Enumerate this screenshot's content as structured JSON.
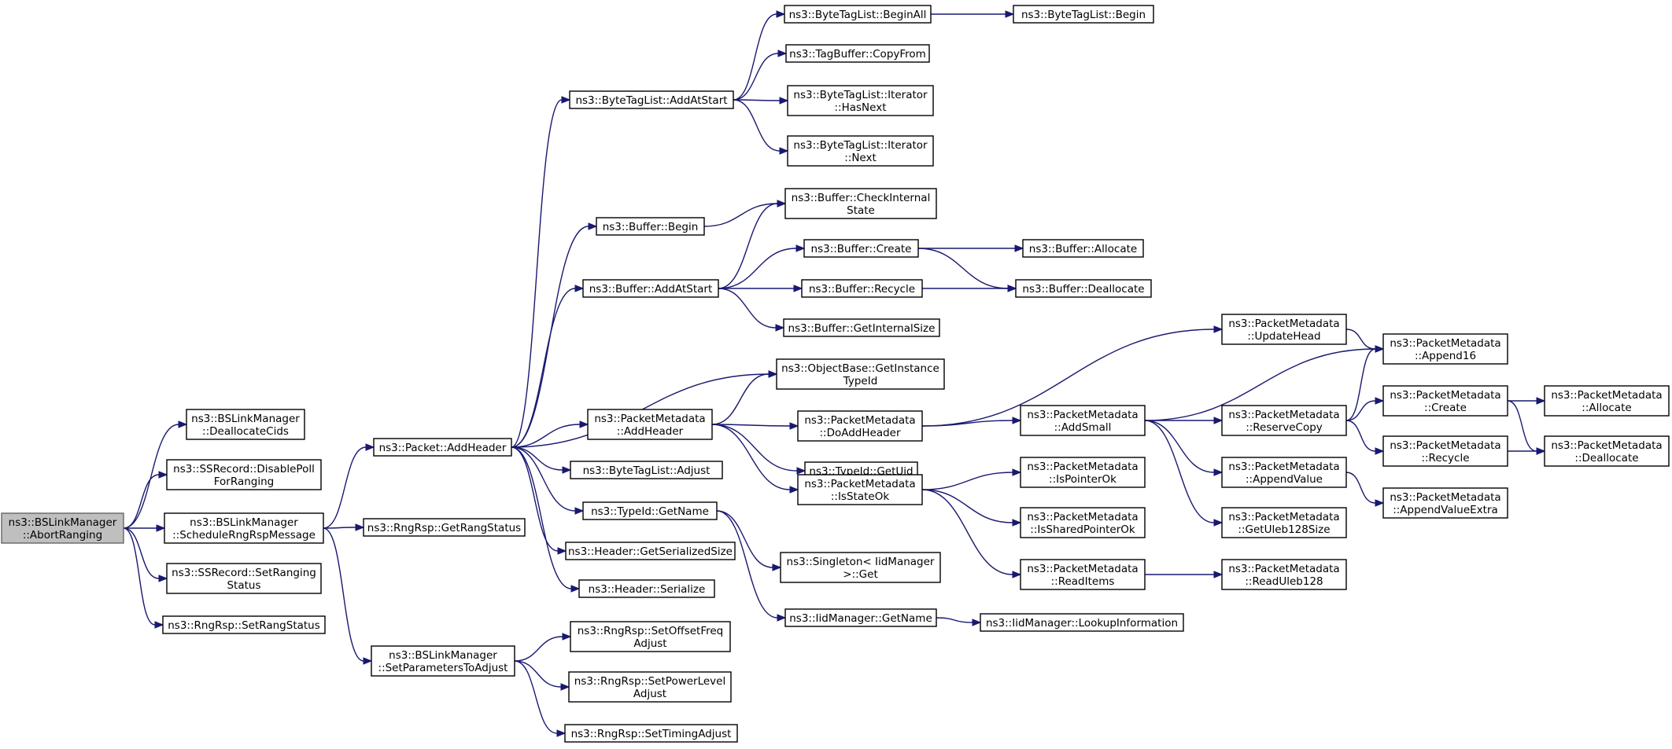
{
  "nodes": [
    {
      "id": "abort",
      "lines": [
        "ns3::BSLinkManager",
        "::AbortRanging"
      ],
      "root": true
    },
    {
      "id": "dealloc",
      "lines": [
        "ns3::BSLinkManager",
        "::DeallocateCids"
      ]
    },
    {
      "id": "disablepoll",
      "lines": [
        "ns3::SSRecord::DisablePoll",
        "ForRanging"
      ]
    },
    {
      "id": "schedule",
      "lines": [
        "ns3::BSLinkManager",
        "::ScheduleRngRspMessage"
      ]
    },
    {
      "id": "setranging",
      "lines": [
        "ns3::SSRecord::SetRanging",
        "Status"
      ]
    },
    {
      "id": "setrangstatus",
      "lines": [
        "ns3::RngRsp::SetRangStatus"
      ]
    },
    {
      "id": "addheader",
      "lines": [
        "ns3::Packet::AddHeader"
      ]
    },
    {
      "id": "getrangstatus",
      "lines": [
        "ns3::RngRsp::GetRangStatus"
      ]
    },
    {
      "id": "setparams",
      "lines": [
        "ns3::BSLinkManager",
        "::SetParametersToAdjust"
      ]
    },
    {
      "id": "btl_addatstart",
      "lines": [
        "ns3::ByteTagList::AddAtStart"
      ]
    },
    {
      "id": "buf_begin",
      "lines": [
        "ns3::Buffer::Begin"
      ]
    },
    {
      "id": "buf_addatstart",
      "lines": [
        "ns3::Buffer::AddAtStart"
      ]
    },
    {
      "id": "pm_addheader",
      "lines": [
        "ns3::PacketMetadata",
        "::AddHeader"
      ]
    },
    {
      "id": "btl_adjust",
      "lines": [
        "ns3::ByteTagList::Adjust"
      ]
    },
    {
      "id": "tid_getname",
      "lines": [
        "ns3::TypeId::GetName"
      ]
    },
    {
      "id": "hdr_getsize",
      "lines": [
        "ns3::Header::GetSerializedSize"
      ]
    },
    {
      "id": "hdr_serialize",
      "lines": [
        "ns3::Header::Serialize"
      ]
    },
    {
      "id": "setoffset",
      "lines": [
        "ns3::RngRsp::SetOffsetFreq",
        "Adjust"
      ]
    },
    {
      "id": "setpower",
      "lines": [
        "ns3::RngRsp::SetPowerLevel",
        "Adjust"
      ]
    },
    {
      "id": "settiming",
      "lines": [
        "ns3::RngRsp::SetTimingAdjust"
      ]
    },
    {
      "id": "btl_beginall",
      "lines": [
        "ns3::ByteTagList::BeginAll"
      ]
    },
    {
      "id": "tb_copyfrom",
      "lines": [
        "ns3::TagBuffer::CopyFrom"
      ]
    },
    {
      "id": "btl_hasnext",
      "lines": [
        "ns3::ByteTagList::Iterator",
        "::HasNext"
      ]
    },
    {
      "id": "btl_next",
      "lines": [
        "ns3::ByteTagList::Iterator",
        "::Next"
      ]
    },
    {
      "id": "buf_check",
      "lines": [
        "ns3::Buffer::CheckInternal",
        "State"
      ]
    },
    {
      "id": "buf_create",
      "lines": [
        "ns3::Buffer::Create"
      ]
    },
    {
      "id": "buf_recycle",
      "lines": [
        "ns3::Buffer::Recycle"
      ]
    },
    {
      "id": "buf_getsize",
      "lines": [
        "ns3::Buffer::GetInternalSize"
      ]
    },
    {
      "id": "ob_getinst",
      "lines": [
        "ns3::ObjectBase::GetInstance",
        "TypeId"
      ]
    },
    {
      "id": "pm_doaddheader",
      "lines": [
        "ns3::PacketMetadata",
        "::DoAddHeader"
      ]
    },
    {
      "id": "tid_getuid",
      "lines": [
        "ns3::TypeId::GetUid"
      ]
    },
    {
      "id": "pm_isstateok",
      "lines": [
        "ns3::PacketMetadata",
        "::IsStateOk"
      ]
    },
    {
      "id": "singleton",
      "lines": [
        "ns3::Singleton< IidManager",
        " >::Get"
      ]
    },
    {
      "id": "iid_getname",
      "lines": [
        "ns3::IidManager::GetName"
      ]
    },
    {
      "id": "btl_begin",
      "lines": [
        "ns3::ByteTagList::Begin"
      ]
    },
    {
      "id": "buf_allocate",
      "lines": [
        "ns3::Buffer::Allocate"
      ]
    },
    {
      "id": "buf_deallocate",
      "lines": [
        "ns3::Buffer::Deallocate"
      ]
    },
    {
      "id": "pm_updatehead",
      "lines": [
        "ns3::PacketMetadata",
        "::UpdateHead"
      ]
    },
    {
      "id": "pm_addsmall",
      "lines": [
        "ns3::PacketMetadata",
        "::AddSmall"
      ]
    },
    {
      "id": "pm_ispointerok",
      "lines": [
        "ns3::PacketMetadata",
        "::IsPointerOk"
      ]
    },
    {
      "id": "pm_issharedok",
      "lines": [
        "ns3::PacketMetadata",
        "::IsSharedPointerOk"
      ]
    },
    {
      "id": "pm_readitems",
      "lines": [
        "ns3::PacketMetadata",
        "::ReadItems"
      ]
    },
    {
      "id": "iid_lookup",
      "lines": [
        "ns3::IidManager::LookupInformation"
      ]
    },
    {
      "id": "pm_append16",
      "lines": [
        "ns3::PacketMetadata",
        "::Append16"
      ]
    },
    {
      "id": "pm_reservecopy",
      "lines": [
        "ns3::PacketMetadata",
        "::ReserveCopy"
      ]
    },
    {
      "id": "pm_appendvalue",
      "lines": [
        "ns3::PacketMetadata",
        "::AppendValue"
      ]
    },
    {
      "id": "pm_getuleb",
      "lines": [
        "ns3::PacketMetadata",
        "::GetUleb128Size"
      ]
    },
    {
      "id": "pm_readuleb",
      "lines": [
        "ns3::PacketMetadata",
        "::ReadUleb128"
      ]
    },
    {
      "id": "pm_create",
      "lines": [
        "ns3::PacketMetadata",
        "::Create"
      ]
    },
    {
      "id": "pm_recycle",
      "lines": [
        "ns3::PacketMetadata",
        "::Recycle"
      ]
    },
    {
      "id": "pm_appendextra",
      "lines": [
        "ns3::PacketMetadata",
        "::AppendValueExtra"
      ]
    },
    {
      "id": "pm_allocate",
      "lines": [
        "ns3::PacketMetadata",
        "::Allocate"
      ]
    },
    {
      "id": "pm_deallocate",
      "lines": [
        "ns3::PacketMetadata",
        "::Deallocate"
      ]
    }
  ],
  "edges": [
    [
      "abort",
      "dealloc"
    ],
    [
      "abort",
      "disablepoll"
    ],
    [
      "abort",
      "schedule"
    ],
    [
      "abort",
      "setranging"
    ],
    [
      "abort",
      "setrangstatus"
    ],
    [
      "schedule",
      "addheader"
    ],
    [
      "schedule",
      "getrangstatus"
    ],
    [
      "schedule",
      "setparams"
    ],
    [
      "addheader",
      "btl_addatstart"
    ],
    [
      "addheader",
      "buf_begin"
    ],
    [
      "addheader",
      "buf_addatstart"
    ],
    [
      "addheader",
      "ob_getinst"
    ],
    [
      "addheader",
      "pm_addheader"
    ],
    [
      "addheader",
      "btl_adjust"
    ],
    [
      "addheader",
      "tid_getname"
    ],
    [
      "addheader",
      "hdr_getsize"
    ],
    [
      "addheader",
      "hdr_serialize"
    ],
    [
      "setparams",
      "setoffset"
    ],
    [
      "setparams",
      "setpower"
    ],
    [
      "setparams",
      "settiming"
    ],
    [
      "btl_addatstart",
      "btl_beginall"
    ],
    [
      "btl_addatstart",
      "tb_copyfrom"
    ],
    [
      "btl_addatstart",
      "btl_hasnext"
    ],
    [
      "btl_addatstart",
      "btl_next"
    ],
    [
      "btl_beginall",
      "btl_begin"
    ],
    [
      "buf_begin",
      "buf_check"
    ],
    [
      "buf_addatstart",
      "buf_check"
    ],
    [
      "buf_addatstart",
      "buf_create"
    ],
    [
      "buf_addatstart",
      "buf_recycle"
    ],
    [
      "buf_addatstart",
      "buf_getsize"
    ],
    [
      "buf_create",
      "buf_allocate"
    ],
    [
      "buf_create",
      "buf_deallocate"
    ],
    [
      "buf_recycle",
      "buf_deallocate"
    ],
    [
      "pm_addheader",
      "ob_getinst"
    ],
    [
      "pm_addheader",
      "pm_doaddheader"
    ],
    [
      "pm_addheader",
      "tid_getuid"
    ],
    [
      "pm_addheader",
      "pm_isstateok"
    ],
    [
      "tid_getname",
      "singleton"
    ],
    [
      "tid_getname",
      "iid_getname"
    ],
    [
      "iid_getname",
      "iid_lookup"
    ],
    [
      "pm_doaddheader",
      "pm_updatehead"
    ],
    [
      "pm_doaddheader",
      "pm_addsmall"
    ],
    [
      "pm_isstateok",
      "pm_ispointerok"
    ],
    [
      "pm_isstateok",
      "pm_issharedok"
    ],
    [
      "pm_isstateok",
      "pm_readitems"
    ],
    [
      "pm_readitems",
      "pm_readuleb"
    ],
    [
      "pm_updatehead",
      "pm_append16"
    ],
    [
      "pm_addsmall",
      "pm_append16"
    ],
    [
      "pm_addsmall",
      "pm_reservecopy"
    ],
    [
      "pm_addsmall",
      "pm_appendvalue"
    ],
    [
      "pm_addsmall",
      "pm_getuleb"
    ],
    [
      "pm_reservecopy",
      "pm_append16"
    ],
    [
      "pm_reservecopy",
      "pm_create"
    ],
    [
      "pm_reservecopy",
      "pm_recycle"
    ],
    [
      "pm_appendvalue",
      "pm_appendextra"
    ],
    [
      "pm_create",
      "pm_allocate"
    ],
    [
      "pm_create",
      "pm_deallocate"
    ],
    [
      "pm_recycle",
      "pm_deallocate"
    ]
  ]
}
